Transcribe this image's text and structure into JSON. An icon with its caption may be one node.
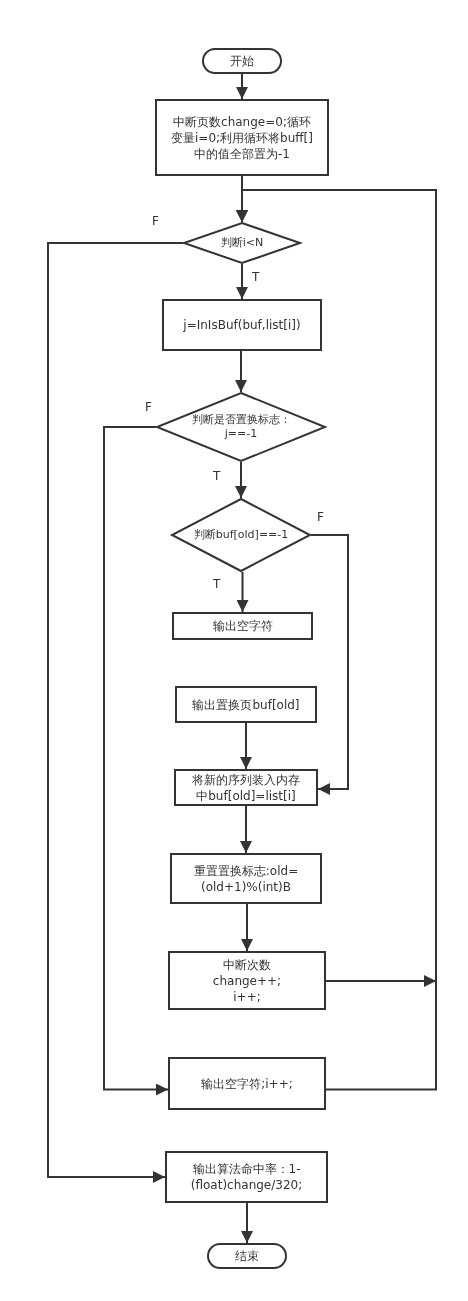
{
  "diagram": {
    "nodes": [
      {
        "text": [
          "开始"
        ]
      },
      {
        "text": [
          "中断页数change=0;循环变量i=0;利用循环将buff[]中的值全部置为-1"
        ]
      },
      {
        "text": [
          "判断i<N"
        ]
      },
      {
        "text": [
          "j=InIsBuf(buf,list[i])"
        ]
      },
      {
        "text": [
          "判断是否置换标志：j==-1"
        ]
      },
      {
        "text": [
          "判断buf[old]==-1"
        ]
      },
      {
        "text": [
          "输出空字符"
        ]
      },
      {
        "text": [
          "输出置换页buf[old]"
        ]
      },
      {
        "text": [
          "将新的序列装入内存中buf[old]=list[i]"
        ]
      },
      {
        "text": [
          "重置置换标志:old=(old+1)%(int)B"
        ]
      },
      {
        "text": [
          "中断次数 change++; i++;"
        ]
      },
      {
        "text": [
          "输出空字符;i++;"
        ]
      },
      {
        "text": [
          "输出算法命中率：1-(float)change/320;"
        ]
      },
      {
        "text": [
          "结束"
        ]
      }
    ],
    "edges": [
      {
        "from": 0,
        "to": 1,
        "arrow": "to"
      },
      {
        "from": 1,
        "to": 2,
        "arrow": "to"
      },
      {
        "from": 2,
        "to": 3,
        "arrow": "to",
        "label": "T"
      },
      {
        "from": 2,
        "to": 12,
        "arrow": "to",
        "label": "F"
      },
      {
        "from": 3,
        "to": 4,
        "arrow": "to"
      },
      {
        "from": 4,
        "to": 5,
        "arrow": "to",
        "label": "T"
      },
      {
        "from": 4,
        "to": 11,
        "arrow": "to",
        "label": "F"
      },
      {
        "from": 5,
        "to": 6,
        "arrow": "to",
        "label": "T"
      },
      {
        "from": 5,
        "to": 8,
        "arrow": "to",
        "label": "F"
      },
      {
        "from": 7,
        "to": 8,
        "arrow": "to"
      },
      {
        "from": 8,
        "to": 9,
        "arrow": "to"
      },
      {
        "from": 9,
        "to": 10,
        "arrow": "to"
      },
      {
        "from": 10,
        "to": 2,
        "arrow": "to"
      },
      {
        "from": 11,
        "to": 2,
        "arrow": "to"
      },
      {
        "from": 12,
        "to": 13,
        "arrow": "to"
      }
    ]
  }
}
